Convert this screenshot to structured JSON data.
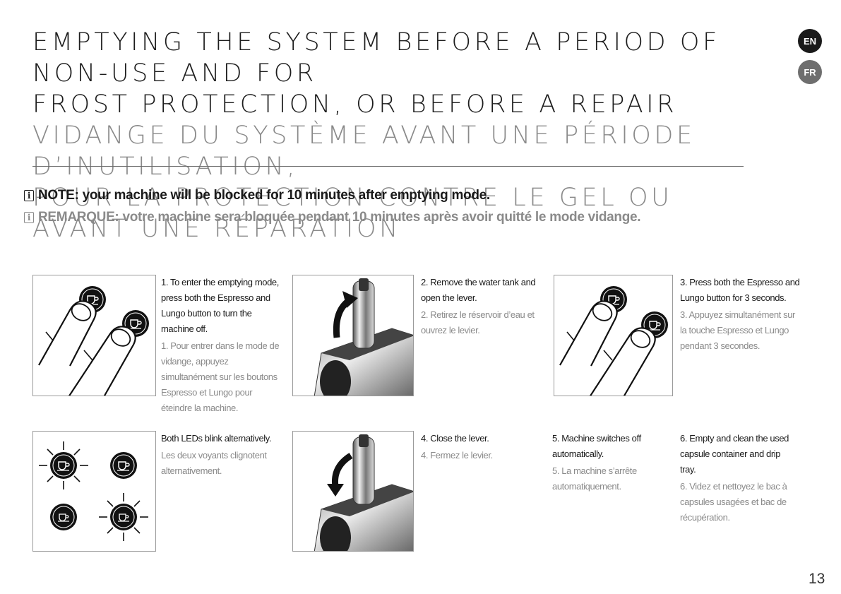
{
  "title": {
    "en_line1": "EMPTYING THE SYSTEM BEFORE A PERIOD OF NON-USE AND FOR",
    "en_line2": "FROST PROTECTION, OR BEFORE A REPAIR",
    "fr_line1": "VIDANGE DU SYSTÈME AVANT UNE PÉRIODE D’INUTILISATION,",
    "fr_line2": "POUR LA PROTECTION CONTRE LE GEL OU AVANT UNE RÉPARATION"
  },
  "languages": [
    {
      "code": "EN",
      "color": "#1a1a1a"
    },
    {
      "code": "FR",
      "color": "#6e6e6e"
    }
  ],
  "notes": {
    "icon": "info-icon",
    "en": "NOTE: your machine will be blocked for 10 minutes after emptying mode.",
    "fr": "REMARQUE: votre machine sera bloquée pendant 10 minutes après avoir quitté le mode vidange.",
    "en_color": "#1a1a1a",
    "fr_color": "#8a8a8a"
  },
  "steps": {
    "s1": {
      "en": "1.  To enter the emptying mode, press both the Espresso and Lungo button to turn the machine off.",
      "fr": "1. Pour entrer dans le mode de vidange, appuyez simultanément sur les boutons Espresso et Lungo pour éteindre la machine."
    },
    "s2": {
      "en": "2.  Remove the water tank and open the lever.",
      "fr": "2. Retirez le réservoir d’eau et ouvrez le levier."
    },
    "s3": {
      "en": "3.  Press both the Espresso and Lungo button for 3 seconds.",
      "fr": "3. Appuyez simultanément sur la touche Espresso et Lungo pendant 3 secondes."
    },
    "leds": {
      "en": "Both LEDs blink alternatively.",
      "fr": "Les deux voyants clignotent alternativement."
    },
    "s4": {
      "en": "4.  Close the lever.",
      "fr": "4. Fermez le levier."
    },
    "s5": {
      "en": "5.  Machine switches off automatically.",
      "fr": "5. La machine s’arrête automatiquement."
    },
    "s6": {
      "en": "6.  Empty and clean the used capsule container and drip tray.",
      "fr": "6. Videz et nettoyez le bac à capsules usagées et bac de récupération."
    }
  },
  "page_number": "13"
}
